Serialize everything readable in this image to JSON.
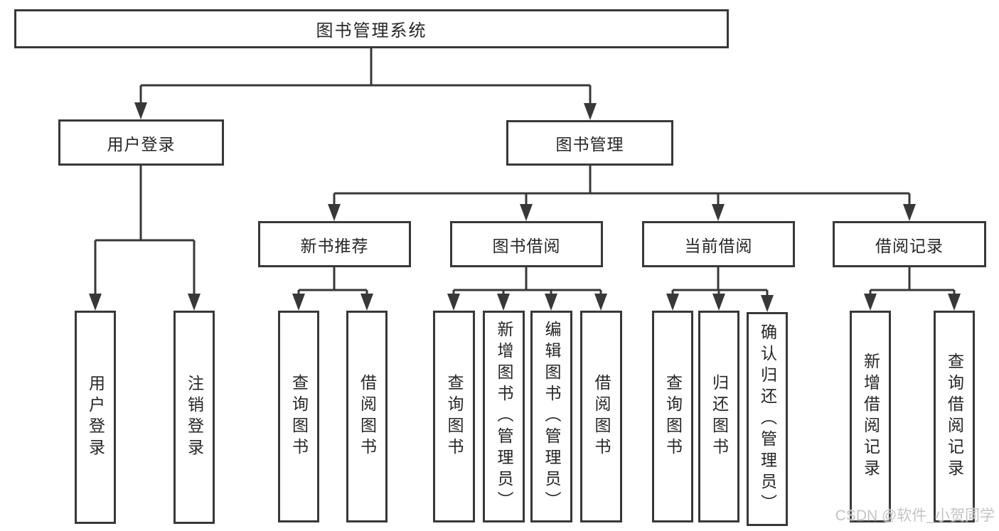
{
  "tree": {
    "root": {
      "label": "图书管理系统"
    },
    "user_login": {
      "label": "用户登录",
      "children": {
        "login": {
          "label": "用户登录"
        },
        "logout": {
          "label": "注销登录"
        }
      }
    },
    "book_management": {
      "label": "图书管理",
      "children": {
        "new_book_recommend": {
          "label": "新书推荐",
          "children": {
            "query_books": {
              "label": "查询图书"
            },
            "borrow_books": {
              "label": "借阅图书"
            }
          }
        },
        "book_borrowing": {
          "label": "图书借阅",
          "children": {
            "query_books": {
              "label": "查询图书"
            },
            "add_books_admin": {
              "label": "新增图书（管理员）"
            },
            "edit_books_admin": {
              "label": "编辑图书（管理员）"
            },
            "borrow_books": {
              "label": "借阅图书"
            }
          }
        },
        "current_borrowing": {
          "label": "当前借阅",
          "children": {
            "query_books": {
              "label": "查询图书"
            },
            "return_books": {
              "label": "归还图书"
            },
            "confirm_return_admin": {
              "label": "确认归还（管理员）"
            }
          }
        },
        "borrowing_records": {
          "label": "借阅记录",
          "children": {
            "add_borrow_record": {
              "label": "新增借阅记录"
            },
            "query_borrow_record": {
              "label": "查询借阅记录"
            }
          }
        }
      }
    }
  },
  "watermark": {
    "text": "CSDN @软件_小贺同学"
  },
  "colors": {
    "line": "#383838",
    "box_border": "#383838",
    "text": "#262626",
    "background": "#ffffff",
    "watermark": "#c4c4c4"
  }
}
